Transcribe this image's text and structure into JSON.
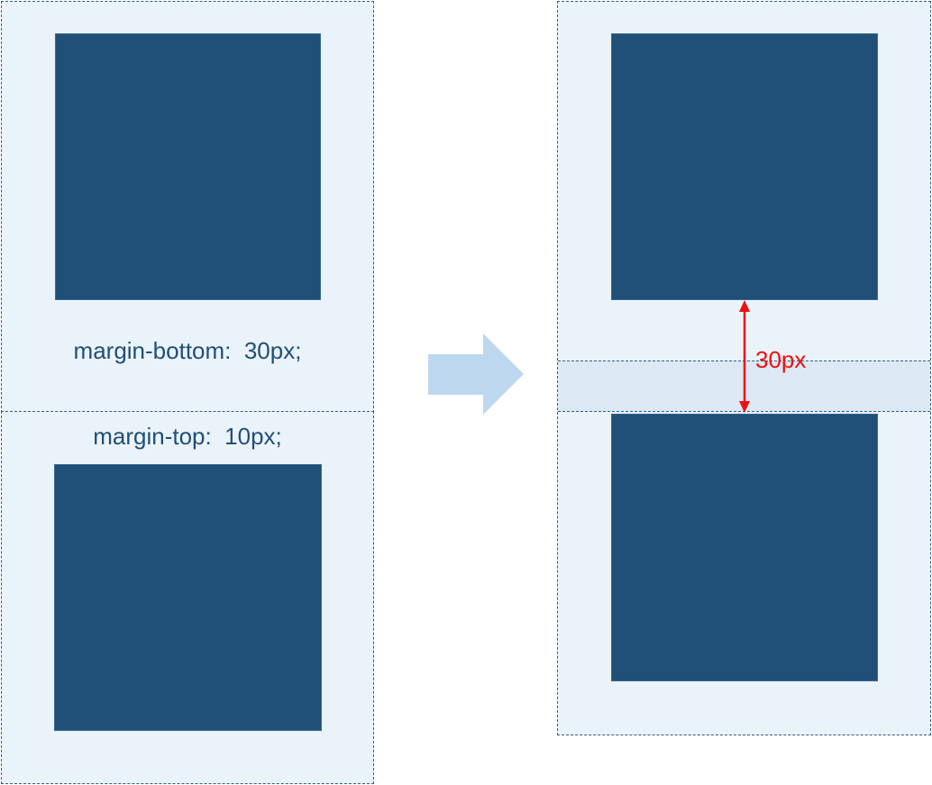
{
  "left": {
    "top_caption": "margin-bottom:  30px;",
    "bottom_caption": "margin-top:  10px;"
  },
  "right": {
    "gap_label": "30px"
  },
  "colors": {
    "block": "#204f77",
    "margin_fill": "#ebf3fa",
    "overlap_fill": "#dce9f5",
    "dashed_border": "#2e5d8c",
    "arrow_fill": "#bdd7ee",
    "dimension": "#ee1111"
  },
  "icons": {
    "transition_arrow": "right-arrow-icon",
    "dimension_arrow": "double-headed-arrow-icon"
  }
}
